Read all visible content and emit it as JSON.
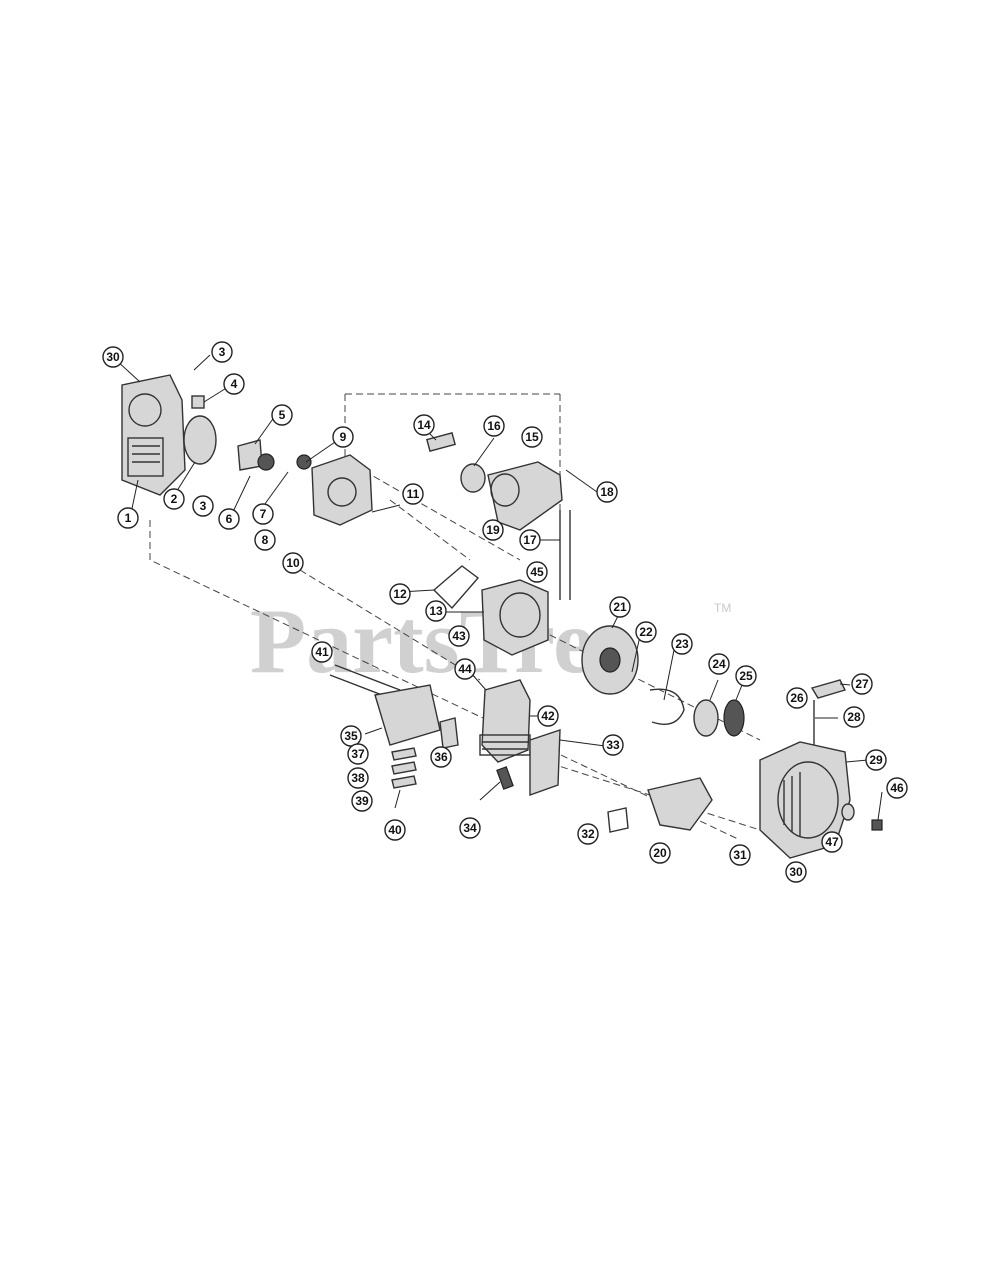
{
  "watermark": {
    "text": "PartsTree",
    "trademark": "TM"
  },
  "callouts": [
    "30",
    "3",
    "4",
    "5",
    "9",
    "14",
    "16",
    "15",
    "18",
    "2",
    "3",
    "1",
    "6",
    "7",
    "8",
    "10",
    "11",
    "19",
    "17",
    "45",
    "12",
    "13",
    "21",
    "22",
    "23",
    "43",
    "41",
    "44",
    "24",
    "25",
    "27",
    "26",
    "28",
    "42",
    "33",
    "35",
    "37",
    "38",
    "39",
    "40",
    "36",
    "34",
    "29",
    "46",
    "32",
    "20",
    "31",
    "47",
    "30"
  ]
}
